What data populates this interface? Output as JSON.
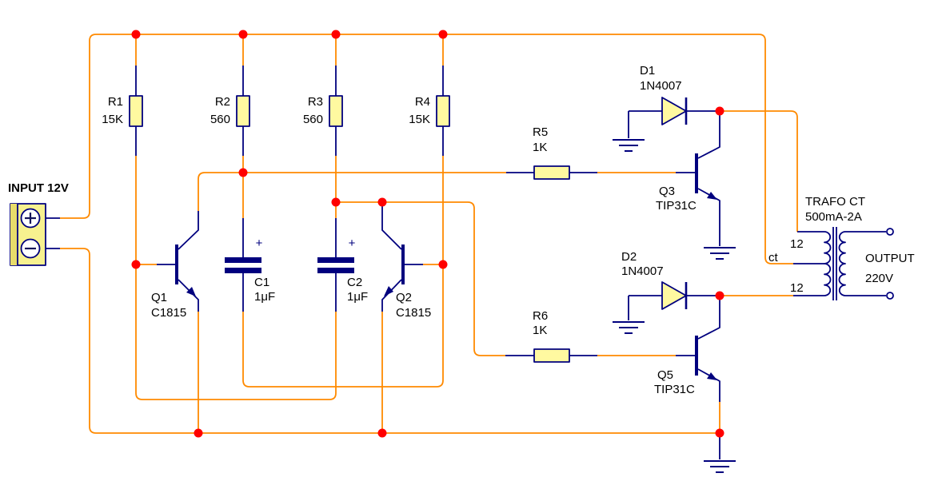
{
  "schematic": {
    "input": {
      "label": "INPUT 12V",
      "plus": "+",
      "minus": "−"
    },
    "resistors": [
      {
        "ref": "R1",
        "value": "15K"
      },
      {
        "ref": "R2",
        "value": "560"
      },
      {
        "ref": "R3",
        "value": "560"
      },
      {
        "ref": "R4",
        "value": "15K"
      },
      {
        "ref": "R5",
        "value": "1K"
      },
      {
        "ref": "R6",
        "value": "1K"
      }
    ],
    "capacitors": [
      {
        "ref": "C1",
        "value": "1μF",
        "polarity": "+"
      },
      {
        "ref": "C2",
        "value": "1μF",
        "polarity": "+"
      }
    ],
    "transistors": [
      {
        "ref": "Q1",
        "part": "C1815"
      },
      {
        "ref": "Q2",
        "part": "C1815"
      },
      {
        "ref": "Q3",
        "part": "TIP31C"
      },
      {
        "ref": "Q5",
        "part": "TIP31C"
      }
    ],
    "diodes": [
      {
        "ref": "D1",
        "part": "1N4007"
      },
      {
        "ref": "D2",
        "part": "1N4007"
      }
    ],
    "transformer": {
      "title": "TRAFO CT",
      "rating": "500mA-2A",
      "center_tap": "ct",
      "primary_top": "12",
      "primary_bottom": "12",
      "output_label": "OUTPUT",
      "output_voltage": "220V"
    },
    "colors": {
      "wire": "#FF8A00",
      "component_outline": "#00007E",
      "junction": "#FF0000",
      "component_fill": "#FFF9A0"
    }
  }
}
